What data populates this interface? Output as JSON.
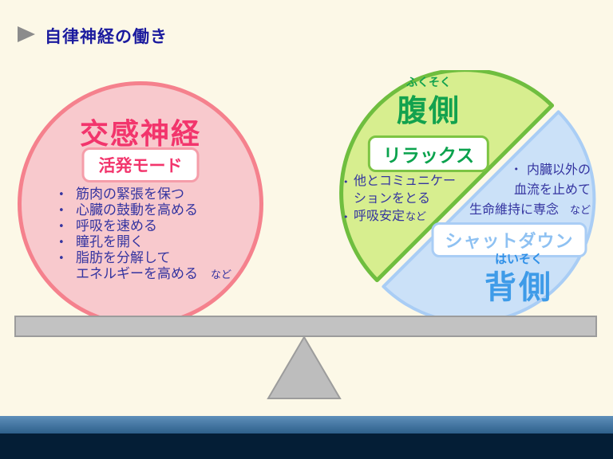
{
  "colors": {
    "background": "#FCF8E7",
    "title_navy": "#1B1B9E",
    "pink_accent": "#F2356C",
    "pink_fill": "#F8C9CD",
    "pink_border": "#F5818D",
    "green_accent": "#12A24E",
    "green_fill": "#D7EE8F",
    "green_border": "#6FBE3F",
    "blue_accent": "#3E9BE8",
    "blue_light_accent": "#8EC1F2",
    "blue_fill": "#CBE1F8",
    "blue_border": "#A9CDF5",
    "bullet_text": "#3434A0",
    "beam_gray": "#C2C2C2",
    "footer_navy": "#041E36"
  },
  "header": {
    "title": "自律神経の働き"
  },
  "sympathetic_circle": {
    "title": "交感神経",
    "mode_badge": "活発モード",
    "bullets": [
      "筋肉の緊張を保つ",
      "心臓の鼓動を高める",
      "呼吸を速める",
      "瞳孔を開く",
      "脂肪を分解して"
    ],
    "bullet5_line2": "エネルギーを高める",
    "etc_label": "など"
  },
  "ventral_half": {
    "furigana": "ふくそく",
    "title": "腹側",
    "mode_badge": "リラックス",
    "bullet1_line1": "他とコミュニケー",
    "bullet1_line2": "ションをとる",
    "bullet2": "呼吸安定",
    "etc_label": "など"
  },
  "dorsal_half": {
    "furigana": "はいそく",
    "title": "背側",
    "mode_badge": "シャットダウン",
    "note_line1": "内臓以外の",
    "note_line2": "血流を止めて",
    "note_line3": "生命維持に専念",
    "etc_label": "など"
  }
}
